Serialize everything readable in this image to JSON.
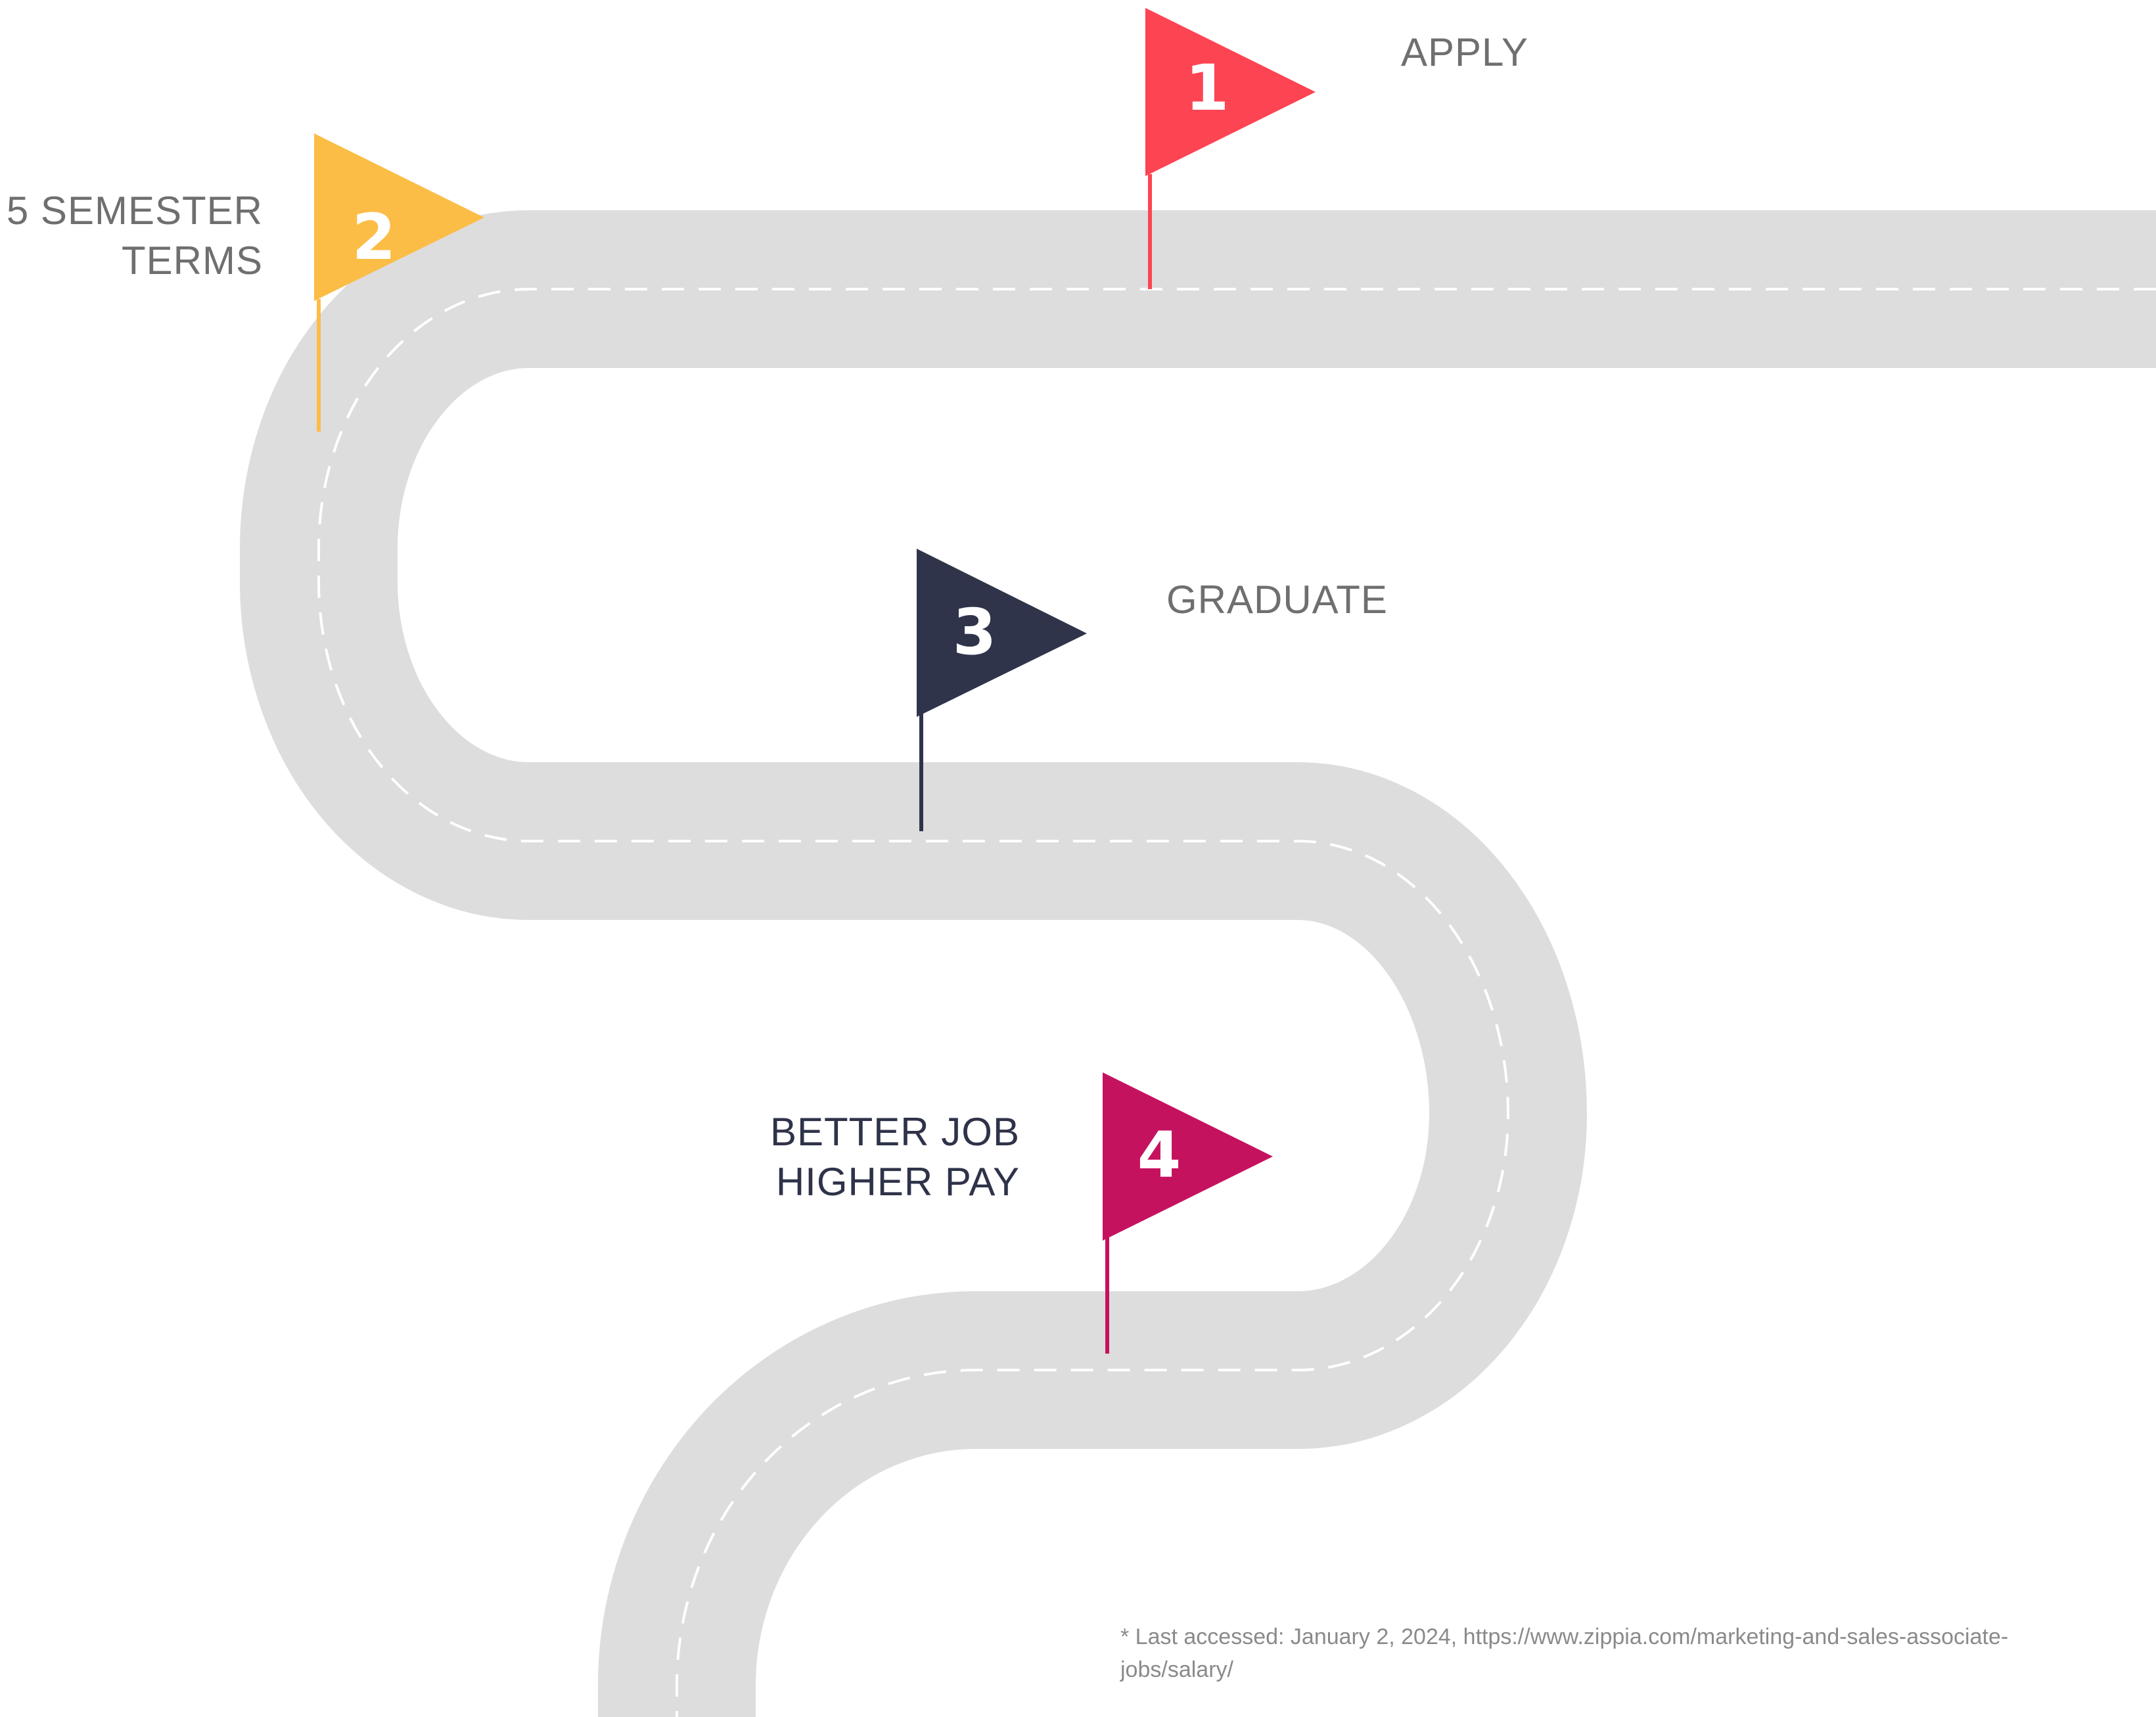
{
  "steps": [
    {
      "number": "1",
      "label_lines": [
        "APPLY"
      ],
      "color": "#fd4452"
    },
    {
      "number": "2",
      "label_lines": [
        "5 SEMESTER",
        "TERMS"
      ],
      "color": "#fcbd47"
    },
    {
      "number": "3",
      "label_lines": [
        "GRADUATE"
      ],
      "color": "#30344a"
    },
    {
      "number": "4",
      "label_lines": [
        "BETTER JOB",
        "HIGHER PAY"
      ],
      "color": "#c5125f"
    }
  ],
  "road": {
    "color": "#dddddd",
    "dash_color": "#ffffff"
  },
  "footnote": {
    "line1": "* Last accessed: January 2, 2024, https://www.zippia.com/marketing-and-sales-associate-",
    "line2": "jobs/salary/"
  },
  "colors": {
    "label_gray": "#6f6f6f",
    "label_dark": "#2f3349",
    "footnote": "#8a8a8a",
    "background": "#ffffff"
  }
}
